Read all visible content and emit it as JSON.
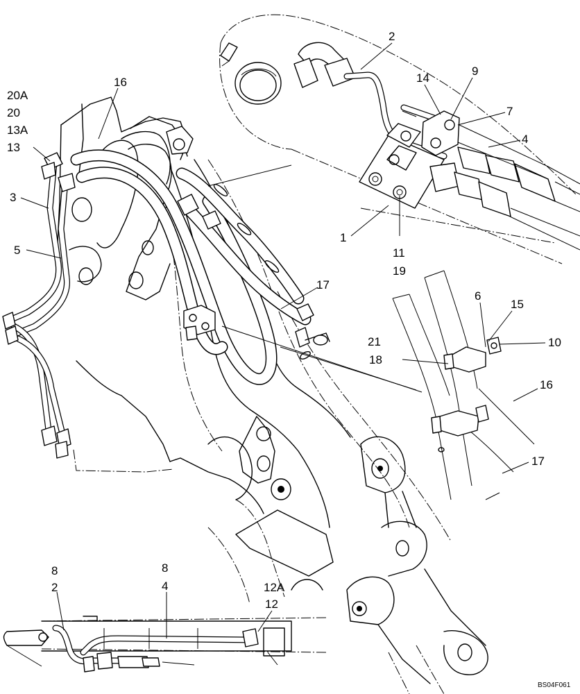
{
  "callouts": {
    "c20A": "20A",
    "c20": "20",
    "c13A": "13A",
    "c13": "13",
    "c16_top": "16",
    "c3": "3",
    "c5": "5",
    "c2_top": "2",
    "c14": "14",
    "c9": "9",
    "c7": "7",
    "c4_top": "4",
    "c1": "1",
    "c11": "11",
    "c19": "19",
    "c17_mid": "17",
    "c6": "6",
    "c15": "15",
    "c21": "21",
    "c18": "18",
    "c10": "10",
    "c16_right": "16",
    "c17_right": "17",
    "c8_left": "8",
    "c2_bottom": "2",
    "c8_right": "8",
    "c4_bottom": "4",
    "c12A": "12A",
    "c12": "12"
  },
  "figure_code": "BS04F061"
}
